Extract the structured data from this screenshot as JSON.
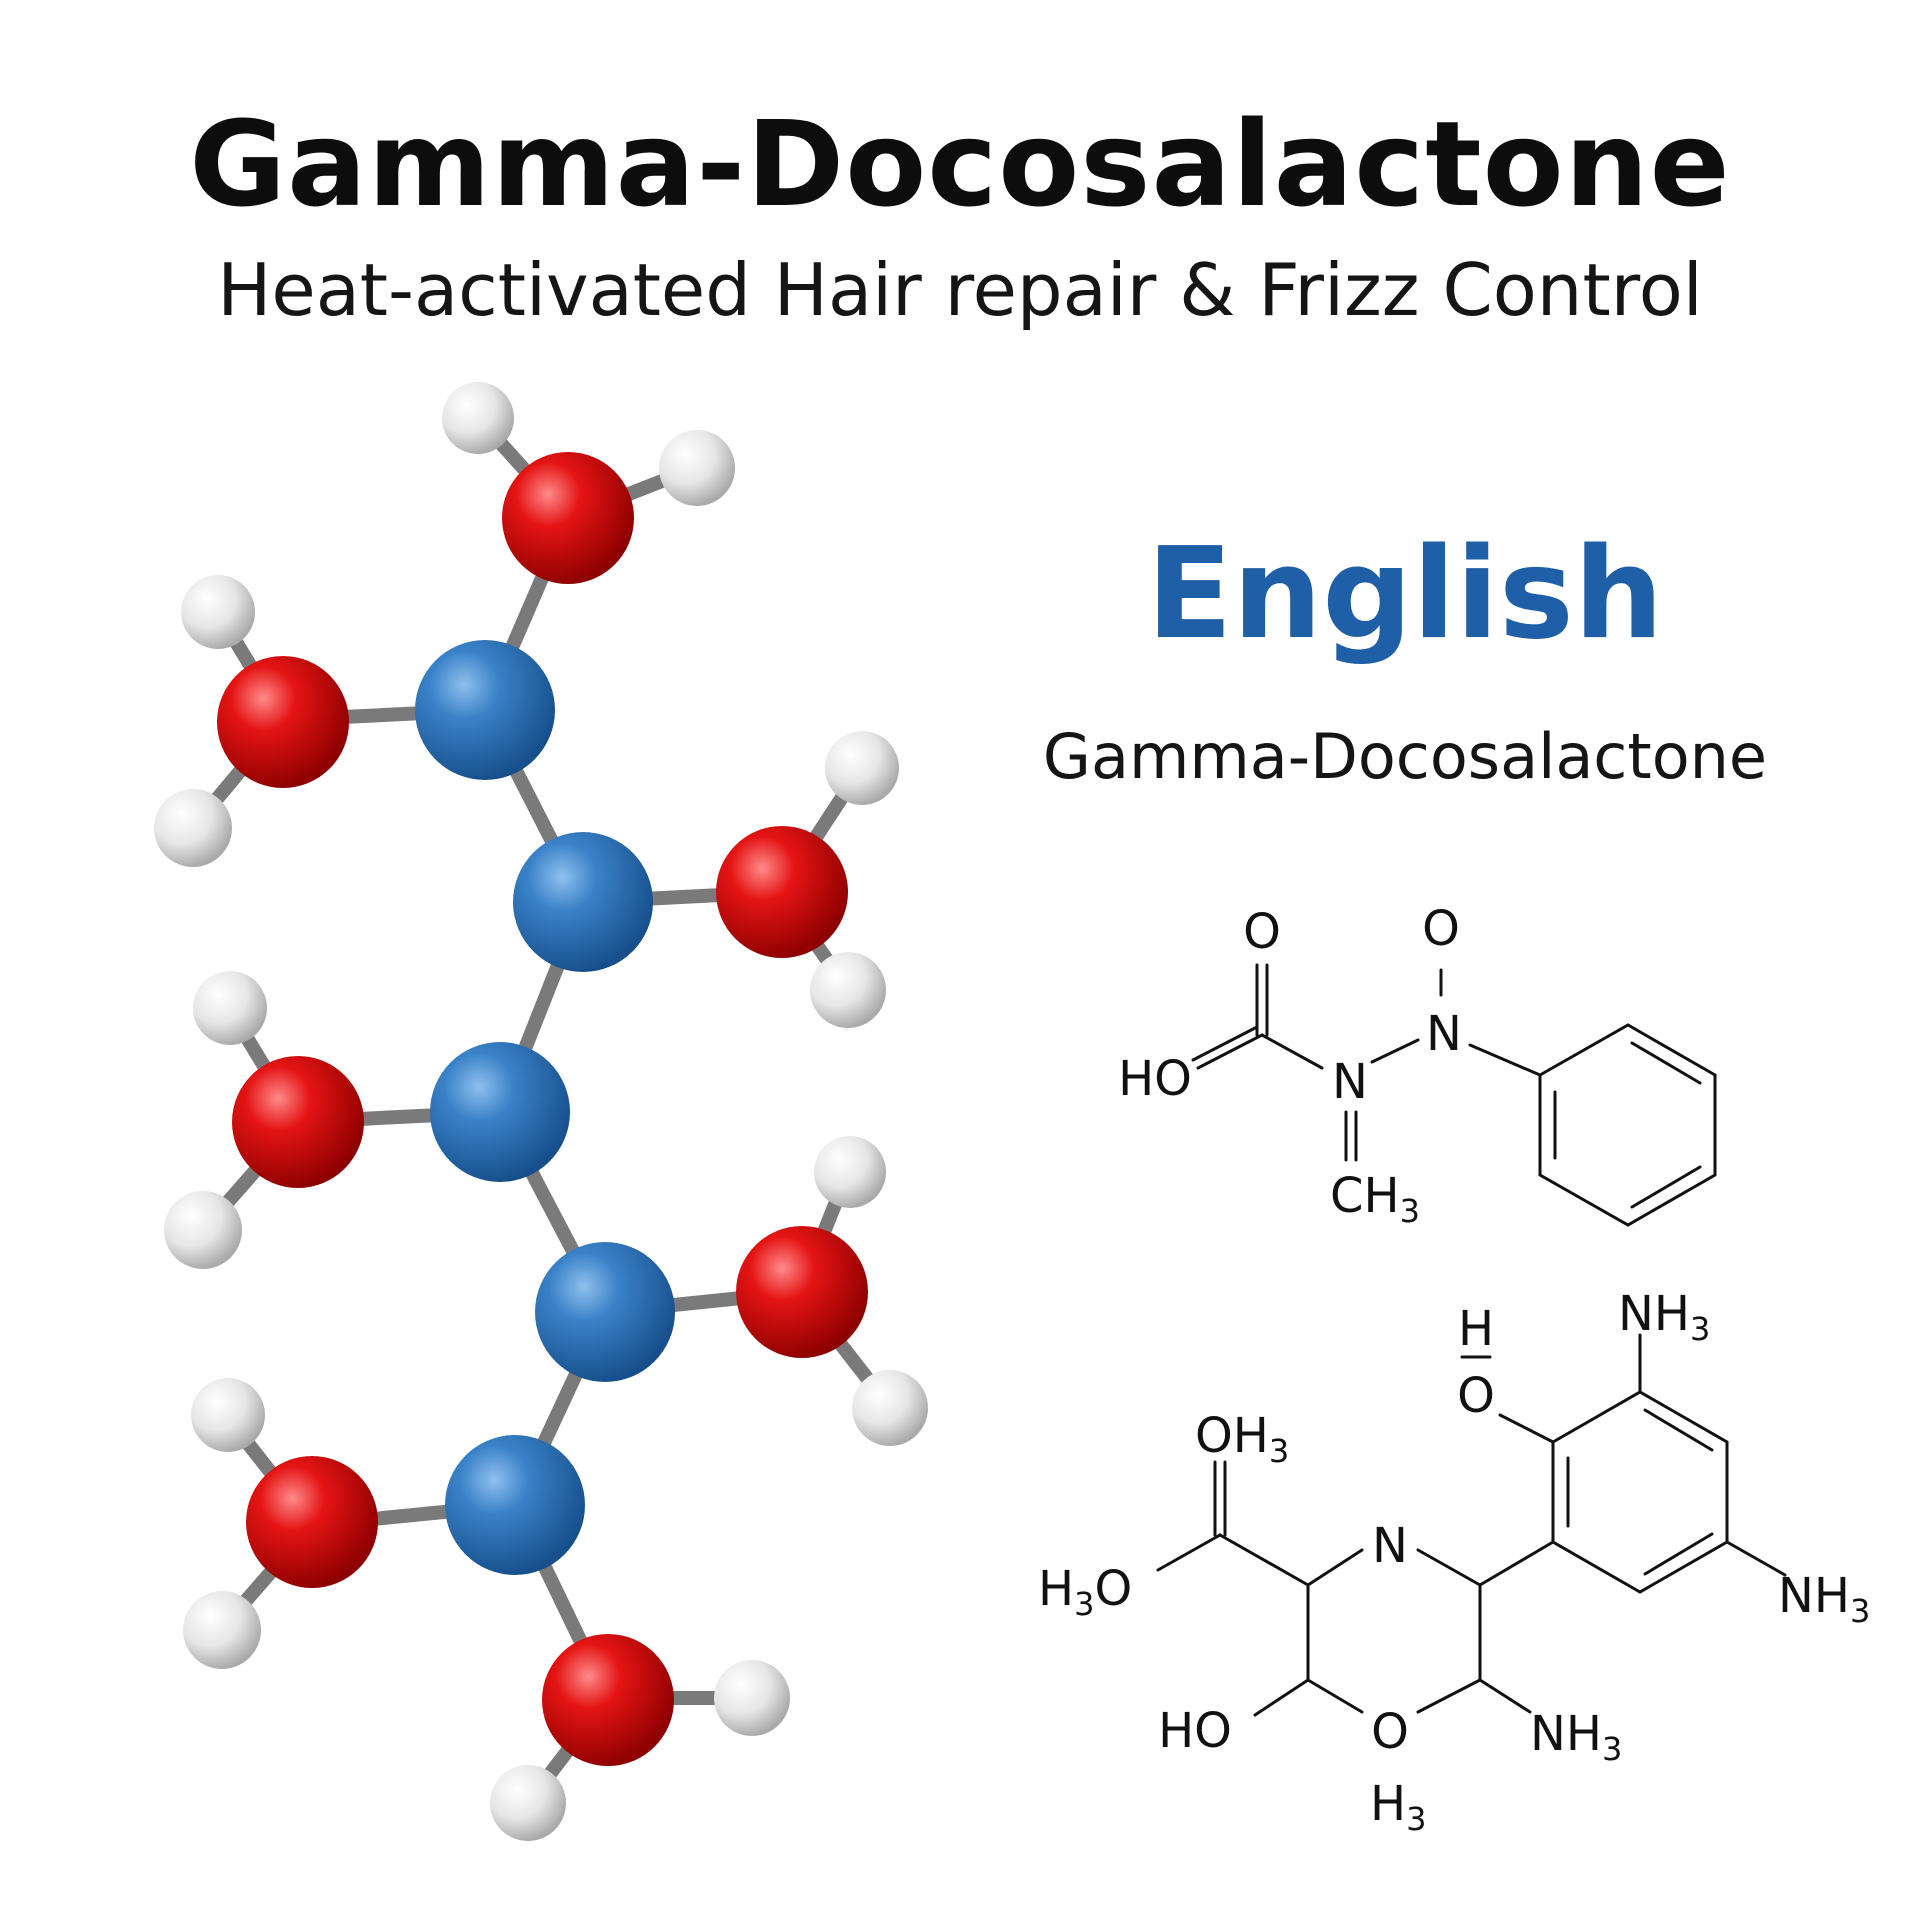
{
  "title": "Gamma-Docosalactone",
  "subtitle": "Heat-activated Hair repair & Frizz Control",
  "language_heading": "English",
  "compound_name": "Gamma-Docosalactone",
  "colors": {
    "heading_blue": "#1f5fa8",
    "carbon_atom": "#2f76bf",
    "oxygen_atom": "#e01010",
    "hydrogen_atom": "#e8e8e8",
    "bond_stick": "#7a7a7a"
  },
  "structure_1": {
    "o_top": "O",
    "o_right": "O",
    "ho": "HO",
    "n_left": "N",
    "n_right": "N",
    "ch": "CH",
    "ch_sub": "3"
  },
  "structure_2": {
    "h_top": "H",
    "o_phenol": "O",
    "oh3": "OH",
    "oh3_sub": "3",
    "nh3_top": "NH",
    "nh3_top_sub": "3",
    "h3o": "H",
    "h3o_sub": "3",
    "h3o_o": "O",
    "n_ring": "N",
    "nh3_right": "NH",
    "nh3_right_sub": "3",
    "ho": "HO",
    "o_ring": "O",
    "nh3_bottom": "NH",
    "nh3_bottom_sub": "3",
    "h3_bottom": "H",
    "h3_bottom_sub": "3"
  }
}
